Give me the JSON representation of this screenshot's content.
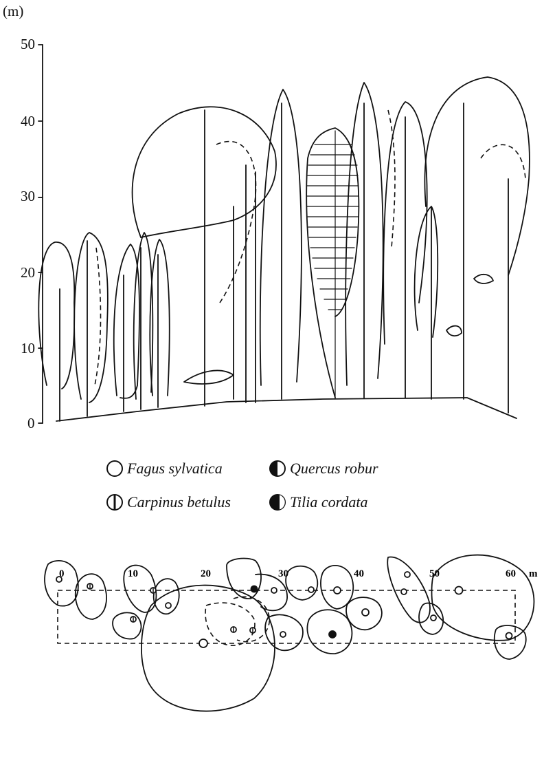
{
  "profile": {
    "unit_label": "(m)",
    "y_ticks": [
      "0",
      "10",
      "20",
      "30",
      "40",
      "50"
    ]
  },
  "legend": [
    {
      "label": "Fagus sylvatica",
      "symbol": "open-circle-icon"
    },
    {
      "label": "Quercus robur",
      "symbol": "half-filled-circle-icon"
    },
    {
      "label": "Carpinus betulus",
      "symbol": "vertical-bar-circle-icon"
    },
    {
      "label": "Tilia cordata",
      "symbol": "left-filled-circle-icon"
    }
  ],
  "map": {
    "x_ticks": [
      "0",
      "10",
      "20",
      "30",
      "40",
      "50",
      "60"
    ],
    "unit_suffix": "m"
  }
}
